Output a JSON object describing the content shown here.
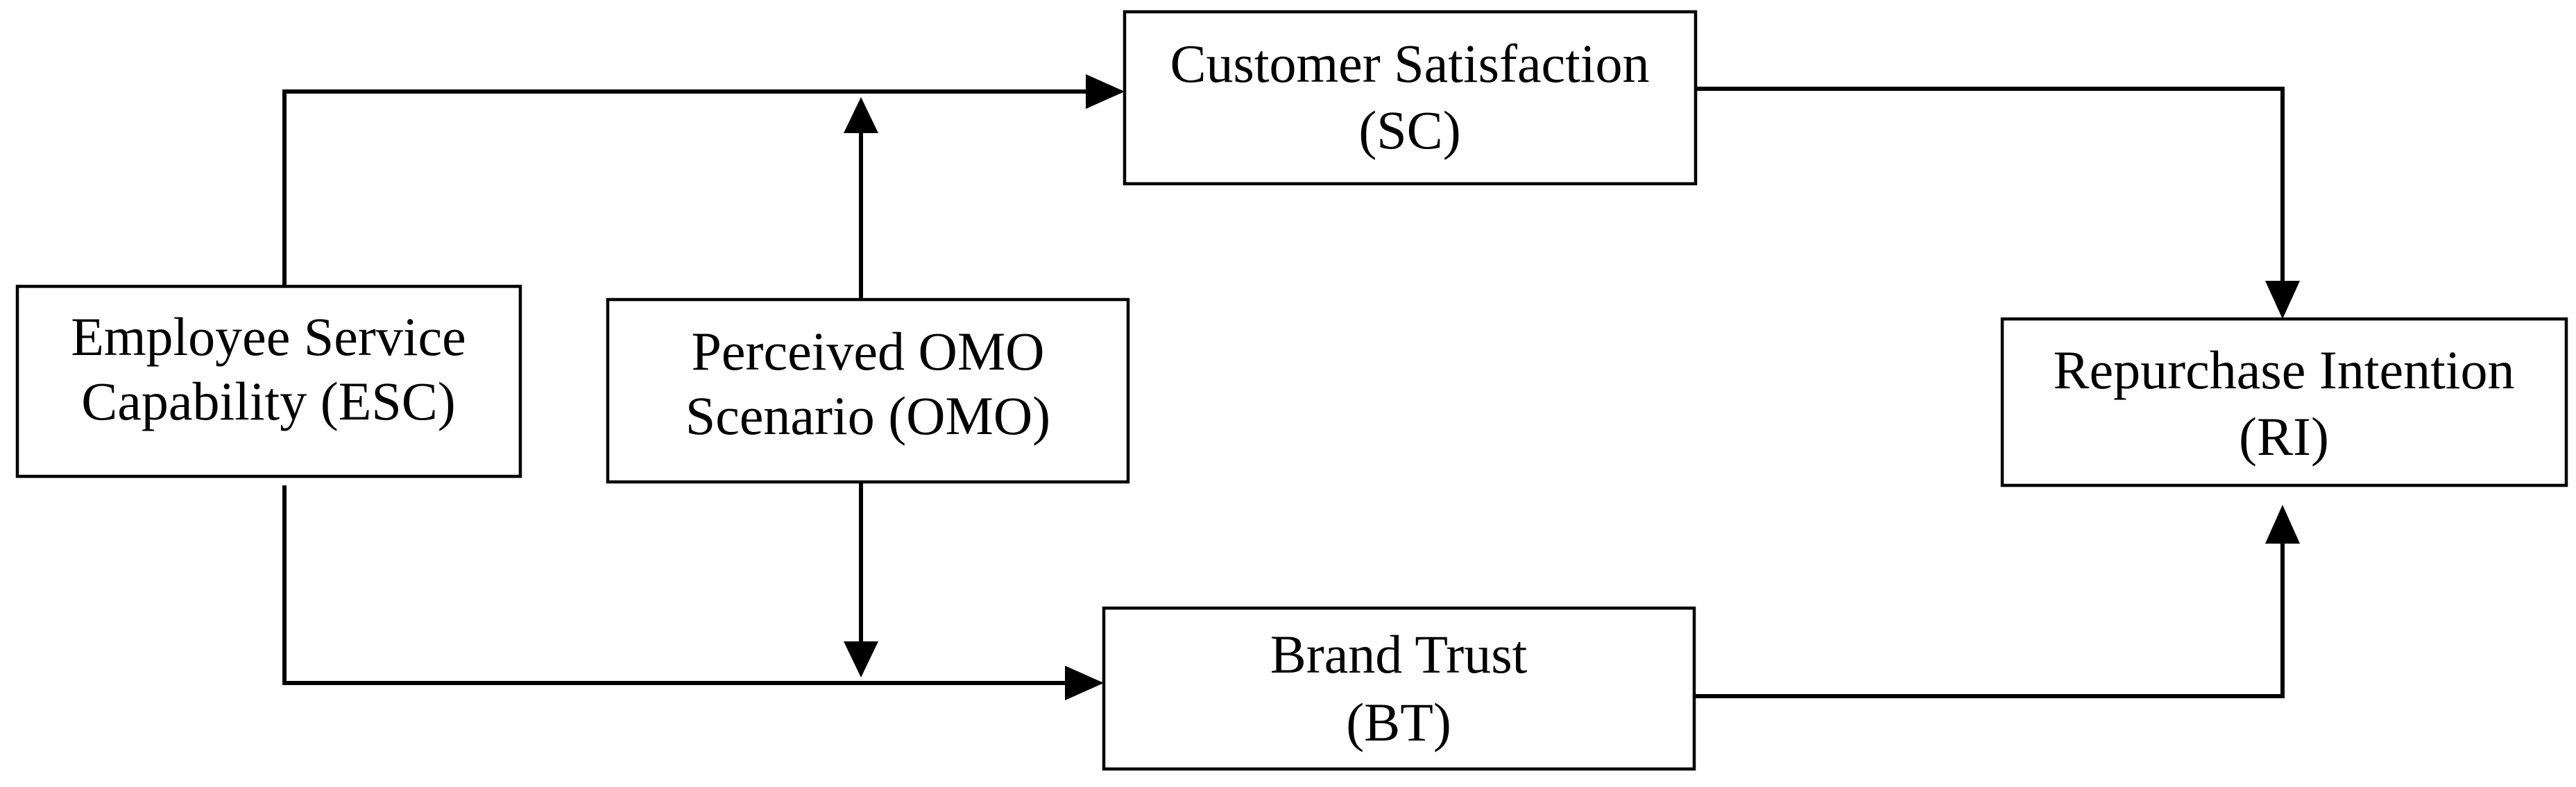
{
  "nodes": {
    "esc": {
      "line1": "Employee Service",
      "line2": "Capability (ESC)"
    },
    "omo": {
      "line1": "Perceived OMO",
      "line2": "Scenario (OMO)"
    },
    "sc": {
      "line1": "Customer Satisfaction",
      "line2": "(SC)"
    },
    "bt": {
      "line1": "Brand Trust",
      "line2": "(BT)"
    },
    "ri": {
      "line1": "Repurchase Intention",
      "line2": "(RI)"
    }
  },
  "edges": [
    {
      "from": "ESC",
      "to": "SC"
    },
    {
      "from": "ESC",
      "to": "BT"
    },
    {
      "from": "OMO",
      "to": "ESC-SC path"
    },
    {
      "from": "OMO",
      "to": "ESC-BT path"
    },
    {
      "from": "SC",
      "to": "RI"
    },
    {
      "from": "BT",
      "to": "RI"
    }
  ],
  "colors": {
    "stroke": "#000000",
    "background": "#ffffff"
  }
}
